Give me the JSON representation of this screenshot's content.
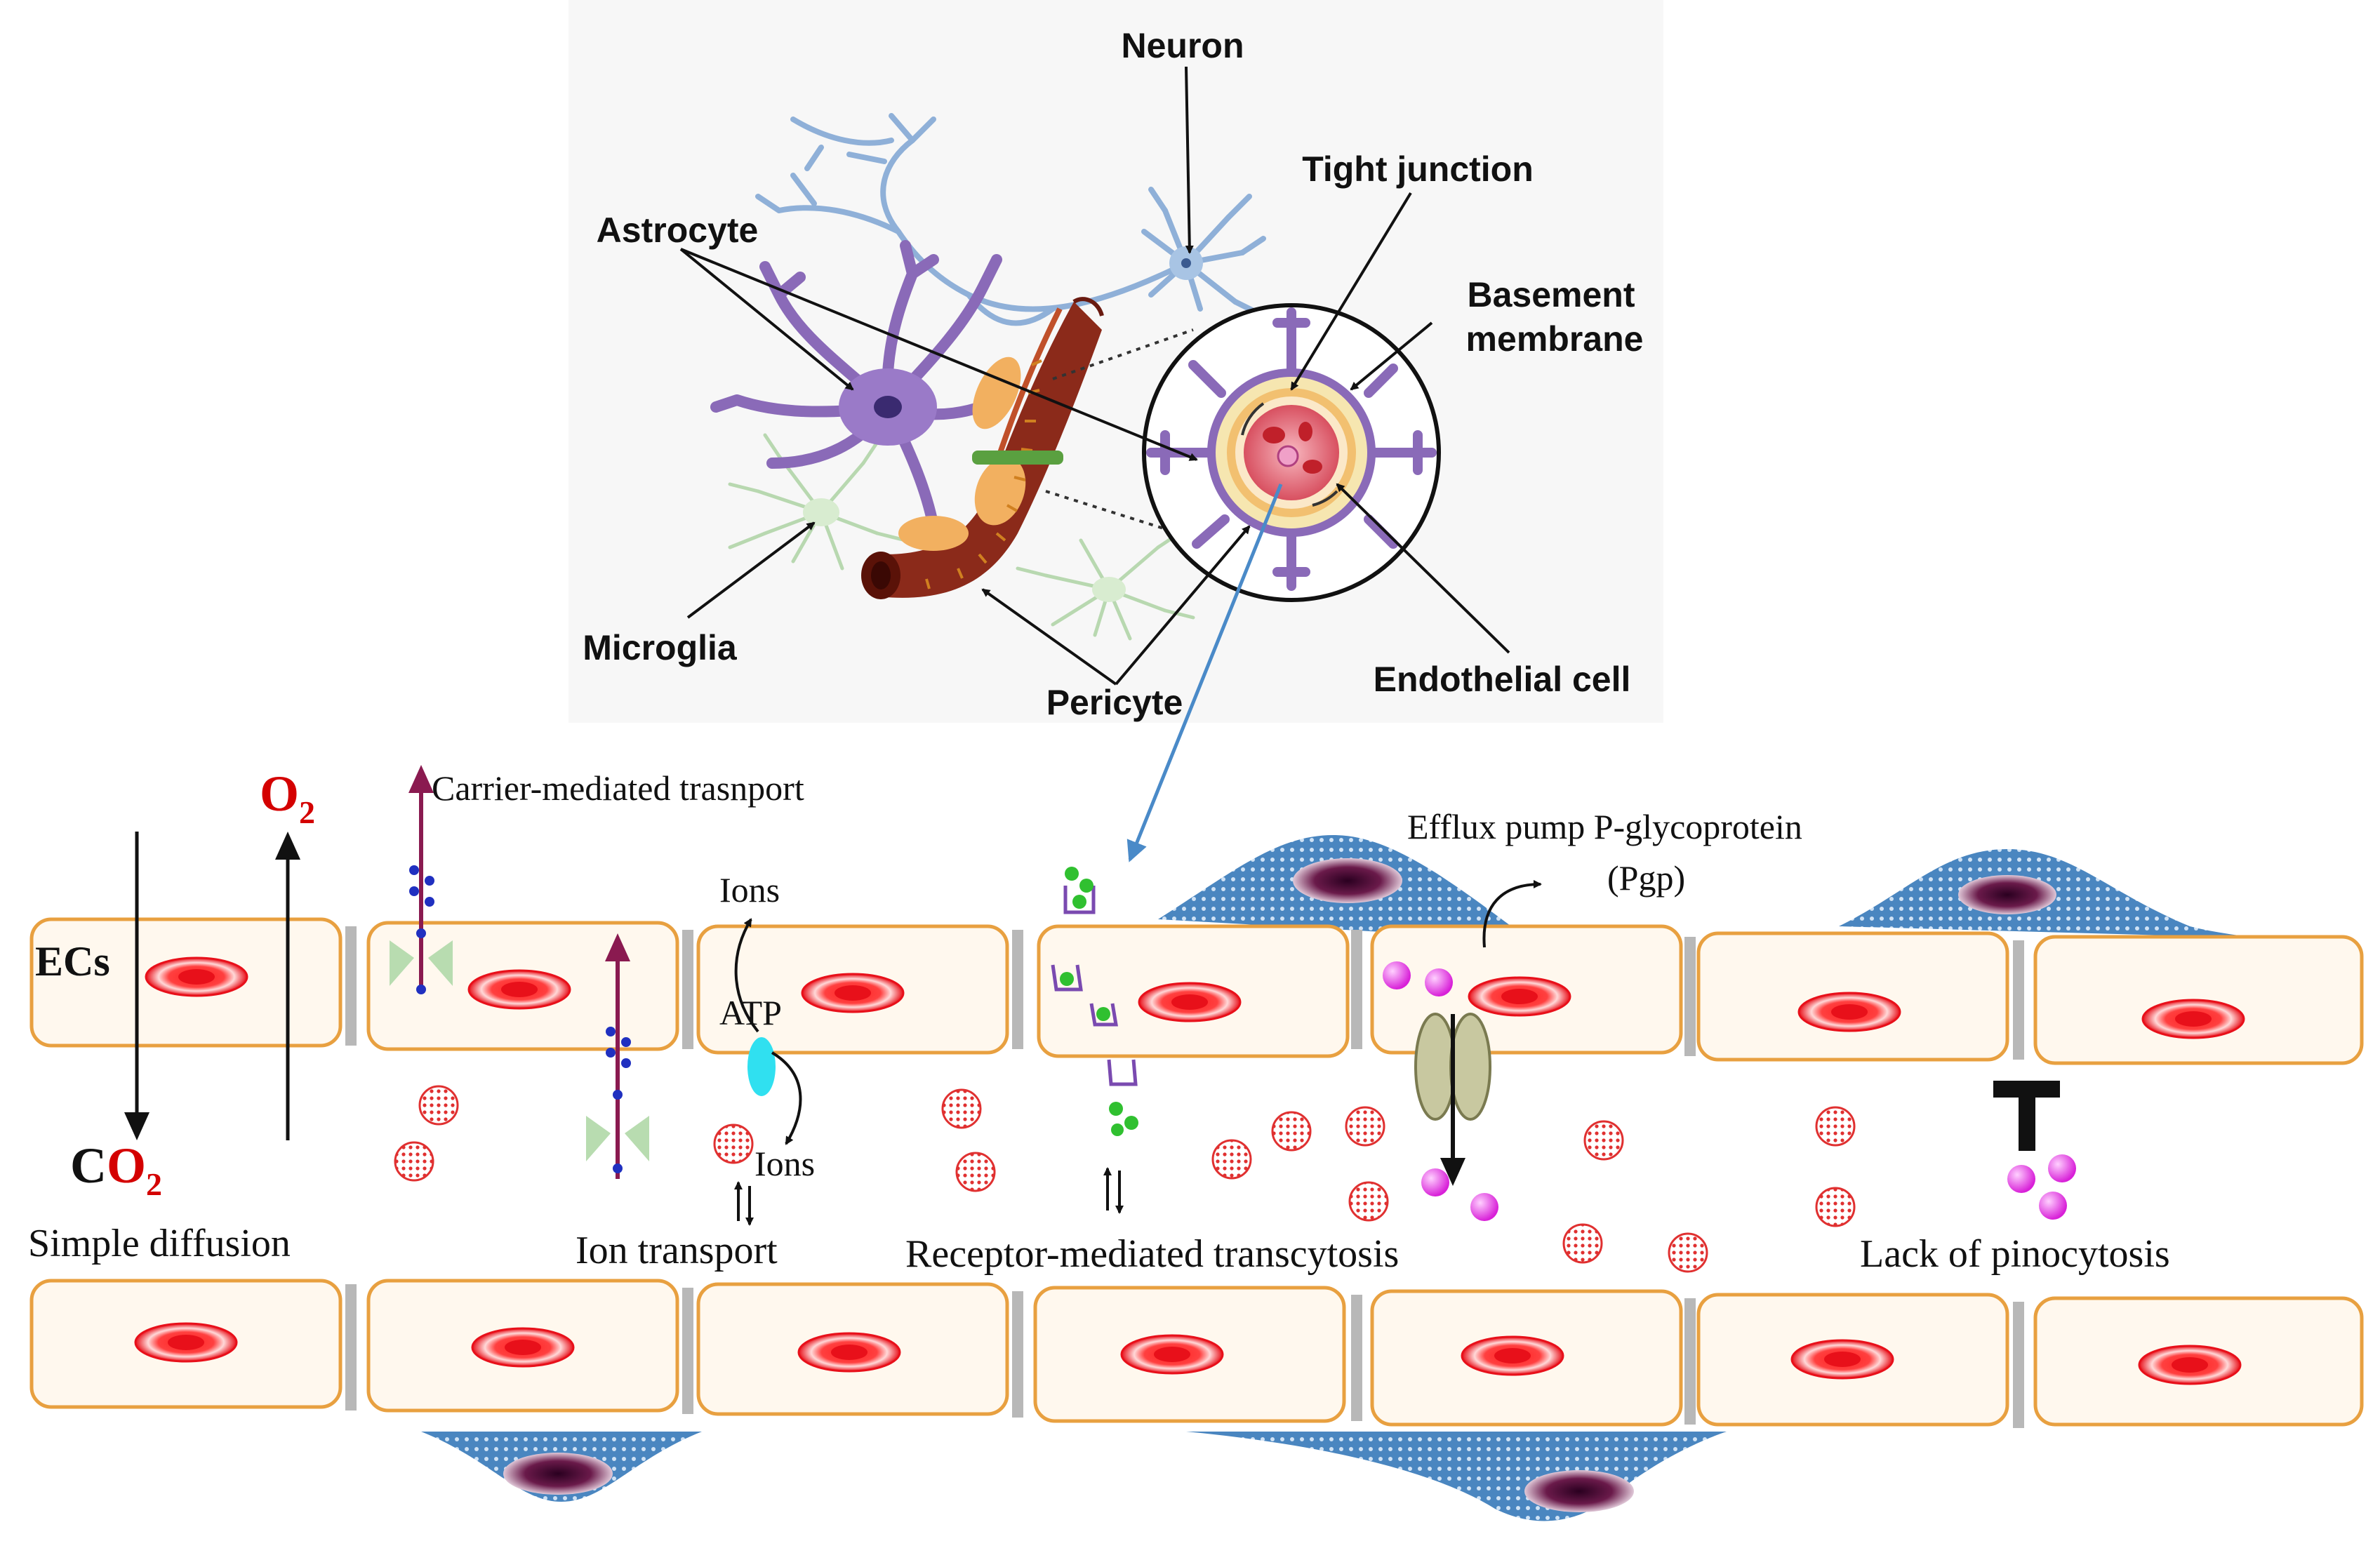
{
  "labels": {
    "neuron": "Neuron",
    "tight_junction": "Tight junction",
    "astrocyte": "Astrocyte",
    "basement_membrane_line1": "Basement",
    "basement_membrane_line2": "membrane",
    "microglia": "Microglia",
    "pericyte": "Pericyte",
    "endothelial_cell": "Endothelial cell"
  },
  "transport": {
    "o2_letter": "O",
    "o2_sub": "2",
    "co2_c": "C",
    "co2_o": "O",
    "co2_sub": "2",
    "ecs": "ECs",
    "simple_diffusion": "Simple diffusion",
    "carrier_mediated": "Carrier-mediated trasnport",
    "ions_top": "Ions",
    "atp": "ATP",
    "ions_bottom": "Ions",
    "ion_transport": "Ion transport",
    "receptor_mediated": "Receptor-mediated transcytosis",
    "efflux_line1": "Efflux pump P-glycoprotein",
    "efflux_line2": "(Pgp)",
    "lack_pinocytosis": "Lack of pinocytosis"
  },
  "colors": {
    "cell_border": "#e8a040",
    "cell_fill": "#fff8ee",
    "nucleus": "#e8101a",
    "junction": "#b8b8b8",
    "astrocyte": "#8a6ab8",
    "neuron": "#8fb0d8",
    "microglia": "#b8d8b0",
    "vessel": "#8b2a1a",
    "pericyte": "#f2b060",
    "pericyte_blob": "#4a86c0",
    "pgp_particle": "#e040e0",
    "receptor_dot": "#30c030",
    "particle": "#e04040",
    "arrow_blue": "#4a8ac8",
    "carrier_arrow": "#8a1a50"
  }
}
